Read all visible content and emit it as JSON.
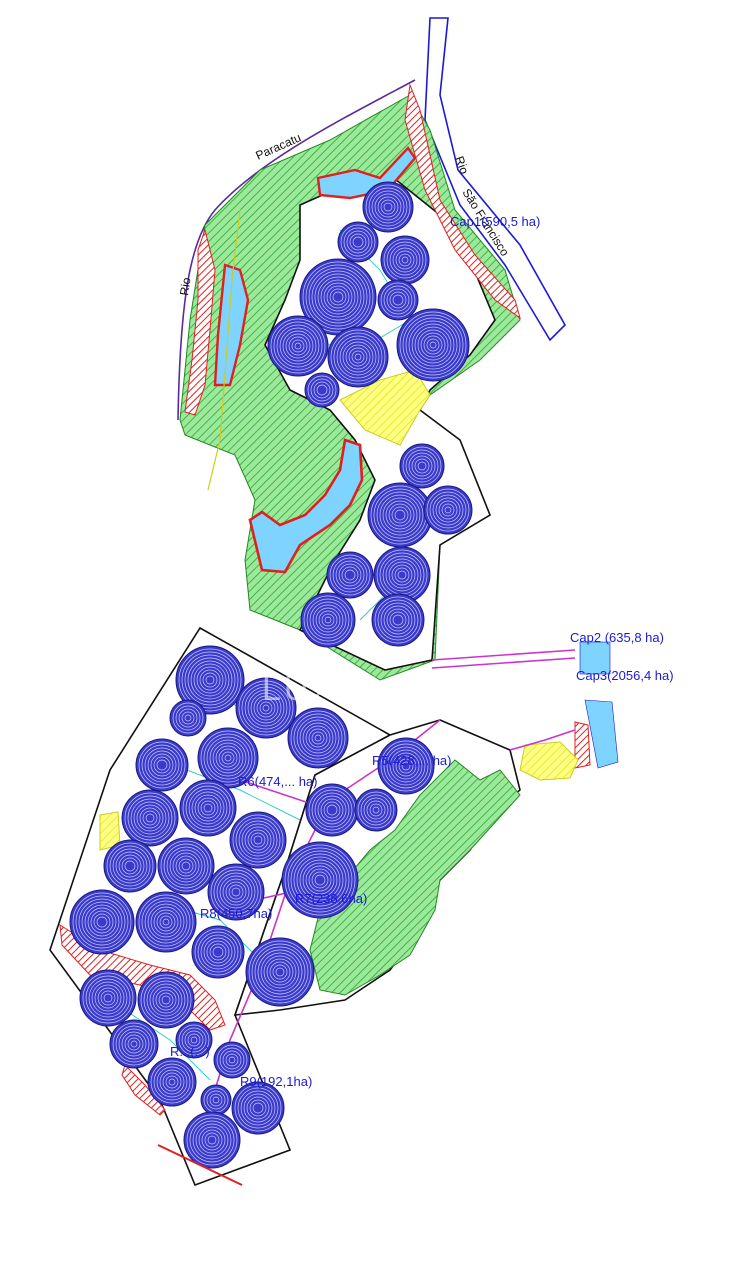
{
  "map": {
    "rivers": {
      "paracatu_1": "Paracatu",
      "paracatu_2": "Rio",
      "sao_francisco_1": "Rio",
      "sao_francisco_2": "São Francisco"
    },
    "captures": [
      {
        "label": "Cap1(590,5 ha)"
      },
      {
        "label": "Cap2  (635,8 ha)"
      },
      {
        "label": "Cap3(2056,4 ha)"
      }
    ],
    "reservoirs": [
      {
        "label": "R5(428,... ha)"
      },
      {
        "label": "R6(474,... ha)"
      },
      {
        "label": "R7(238,6ha)"
      },
      {
        "label": "R8(450,7ha)"
      },
      {
        "label": "R9(192,1ha)"
      },
      {
        "label": "R...(...)"
      }
    ],
    "watermark": "LUXIMOVE",
    "colors": {
      "pivot": "#3a3acb",
      "pivot_ring": "#c9c9ff",
      "reserve_green": "#33cc33",
      "lake_blue": "#7fd3ff",
      "app_red": "#e02020",
      "yellow_area": "#ffff66",
      "pipeline_magenta": "#cc33cc",
      "river_blue": "#2020c0"
    }
  }
}
